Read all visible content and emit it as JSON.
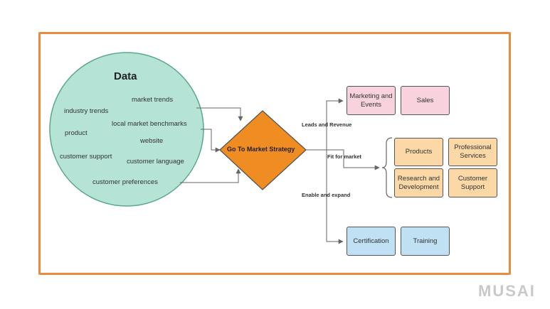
{
  "data_circle": {
    "title": "Data",
    "items": [
      "market trends",
      "industry trends",
      "local market benchmarks",
      "product",
      "website",
      "customer support",
      "customer language",
      "customer preferences"
    ]
  },
  "center": {
    "label": "Go To Market Strategy"
  },
  "edges": {
    "leads": "Leads and Revenue",
    "fit": "Fit for market",
    "enable": "Enable and expand"
  },
  "top_group": {
    "items": [
      "Marketing and Events",
      "Sales"
    ]
  },
  "middle_group": {
    "items": [
      "Products",
      "Professional Services",
      "Research and Development",
      "Customer Support"
    ]
  },
  "bottom_group": {
    "items": [
      "Certification",
      "Training"
    ]
  },
  "watermark": "MUSAI",
  "colors": {
    "frame": "#e98a3c",
    "circle_fill": "#b5e3d5",
    "circle_stroke": "#5aa88c",
    "diamond_fill": "#ef8c22",
    "pink": "#f8d3dd",
    "yellow": "#fbd8a6",
    "blue": "#bfe1f3"
  }
}
